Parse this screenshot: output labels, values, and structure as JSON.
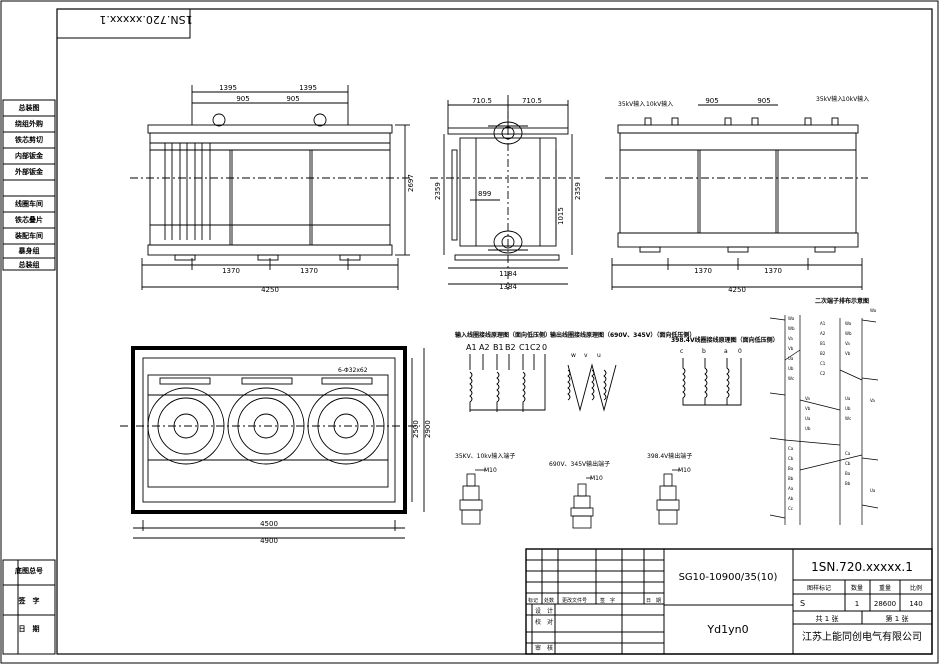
{
  "stamp": {
    "code": "1SN.720.xxxxx.1"
  },
  "sidebar": {
    "items": [
      "总装图",
      "绕组外购",
      "铁芯剪切",
      "内部钣金",
      "外部钣金",
      "",
      "线圈车间",
      "铁芯叠片",
      "装配车间",
      "暴身组",
      "总装组"
    ],
    "bottom": [
      "底图总号",
      "签　字",
      "日　期"
    ]
  },
  "views": {
    "front": {
      "dim_top_a": "1395",
      "dim_top_b": "1395",
      "dim_mid_a": "905",
      "dim_mid_b": "905",
      "height": "2697",
      "bottom_a": "1370",
      "bottom_b": "1370",
      "overall": "4250"
    },
    "side": {
      "top_a": "710.5",
      "top_b": "710.5",
      "dim_a": "899",
      "height_l": "2359",
      "height_r": "2359",
      "inner": "1015",
      "bottom_a": "1184",
      "bottom_b": "1384"
    },
    "back": {
      "label_a": "35kV输入",
      "label_b": "10kV输入",
      "label_c": "35kV输入",
      "label_d": "10kV输入",
      "mid_a": "905",
      "mid_b": "905",
      "bottom_a": "1370",
      "bottom_b": "1370",
      "overall": "4250"
    },
    "plan": {
      "note": "6-Φ32x62",
      "depth_a": "2500",
      "depth_b": "2900",
      "width_a": "4500",
      "width_b": "4900"
    }
  },
  "schematics": {
    "input_title": "输入线圈接线原理图（面向低压侧）",
    "input_terms": [
      "A1",
      "A2",
      "B1",
      "B2",
      "C1",
      "C2",
      "0"
    ],
    "out1_title": "输出线圈接线原理图（690V、345V）（面向低压侧）",
    "out1_terms": [
      "w",
      "v",
      "u"
    ],
    "out2_title": "398.4V线圈接线原理图（面向低压侧）",
    "out2_terms": [
      "c",
      "b",
      "a",
      "0"
    ],
    "term1": "35KV、10kv输入端子",
    "term1_m": "M10",
    "term2": "690V、345V输出端子",
    "term2_m": "M10",
    "term3": "398.4V输出端子",
    "term3_m": "M10",
    "panel_title": "二次端子排布示意图"
  },
  "titleblock": {
    "model": "SG10-10900/35(10)",
    "conn": "Yd1yn0",
    "drawing_no": "1SN.720.xxxxx.1",
    "rows": [
      "标记",
      "处数",
      "更改文件号",
      "签　字",
      "日　期"
    ],
    "labels": [
      "设　计",
      "校　对",
      "审　核"
    ],
    "hdr": [
      "图样标记",
      "数量",
      "重量",
      "比例"
    ],
    "vals": [
      "S",
      "1",
      "28600",
      "140"
    ],
    "sheets": "共 1 张",
    "sheet_no": "第 1 张",
    "company": "江苏上能同创电气有限公司"
  }
}
